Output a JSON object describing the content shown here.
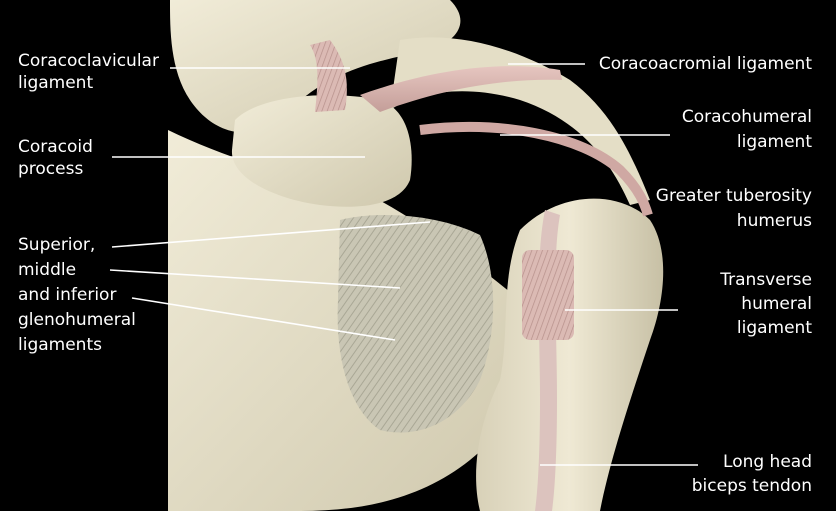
{
  "labels": {
    "coracoclavicular": [
      "Coracoclavicular",
      "ligament"
    ],
    "coracoid": [
      "Coracoid",
      "process"
    ],
    "glenohumeral": [
      "Superior,",
      "middle",
      "and inferior",
      "glenohumeral",
      "ligaments"
    ],
    "coracoacromial": [
      "Coracoacromial ligament"
    ],
    "coracohumeral": [
      "Coracohumeral",
      "ligament"
    ],
    "greater_tuberosity": [
      "Greater tuberosity",
      "humerus"
    ],
    "transverse_humeral": [
      "Transverse",
      "humeral",
      "ligament"
    ],
    "long_head_biceps": [
      "Long head",
      "biceps tendon"
    ]
  },
  "colors": {
    "background": "#000000",
    "bone": "#e9e4cf",
    "bone_shadow": "#b9b39c",
    "ligament": "#d9b7b2",
    "ligament_stripe": "#b98f8c",
    "label_text": "#ffffff"
  }
}
